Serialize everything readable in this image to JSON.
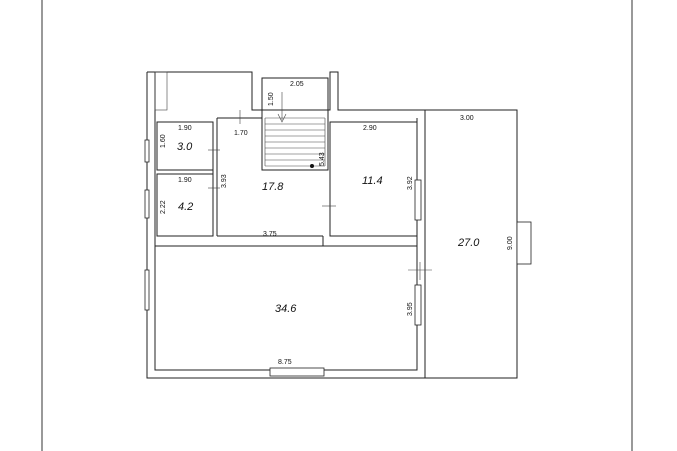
{
  "rooms": {
    "r1": {
      "area": "3.0",
      "width": "1.90",
      "depth": "1.60"
    },
    "r2": {
      "area": "4.2",
      "width": "1.90",
      "depth": "2.22"
    },
    "hall": {
      "area": "17.8",
      "width": "1.70",
      "depth": "3.93",
      "bottom": "3.75"
    },
    "r4": {
      "area": "11.4",
      "width": "2.90",
      "depth": "3.92"
    },
    "r5": {
      "area": "34.6",
      "width": "8.75",
      "depth": "3.95"
    },
    "r6": {
      "area": "27.0",
      "width": "3.00",
      "depth": "9.00"
    }
  },
  "stair": {
    "width": "2.05",
    "depth": "1.50",
    "height": "5.43"
  }
}
